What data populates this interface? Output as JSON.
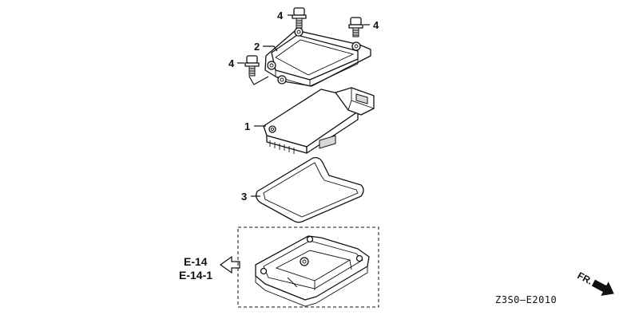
{
  "callouts": {
    "bolt_top": "4",
    "bolt_right": "4",
    "bolt_left": "4",
    "cover": "2",
    "unit": "1",
    "gasket": "3"
  },
  "references": {
    "ref_a": "E-14",
    "ref_b": "E-14-1"
  },
  "direction": {
    "label": "FR."
  },
  "drawing_code": "Z3S0—E2010"
}
